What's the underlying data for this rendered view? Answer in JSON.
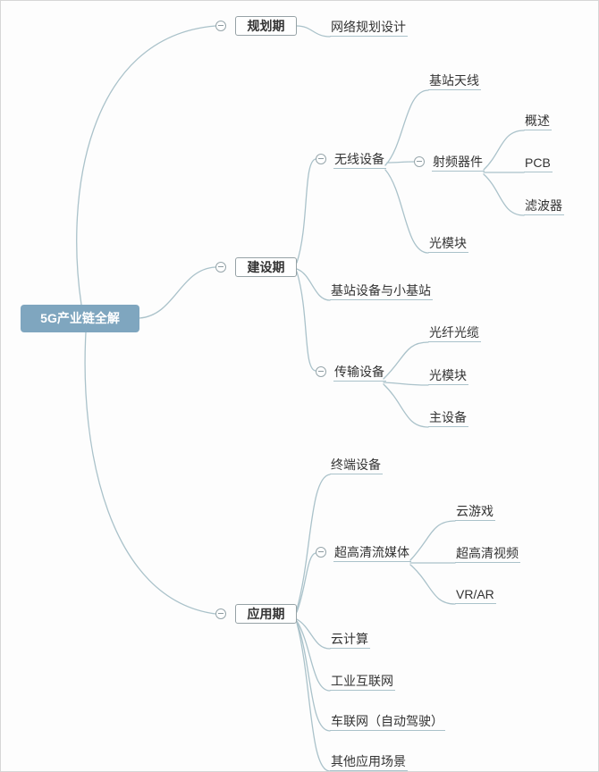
{
  "colors": {
    "root_fill": "#7fa6bf",
    "root_text": "#ffffff",
    "connector": "#aac2ca",
    "box_border": "#96a2a6",
    "text": "#333333"
  },
  "map": {
    "root": {
      "label": "5G产业链全解"
    },
    "branches": [
      {
        "label": "规划期",
        "children": [
          {
            "label": "网络规划设计"
          }
        ]
      },
      {
        "label": "建设期",
        "children": [
          {
            "label": "无线设备",
            "children": [
              {
                "label": "基站天线"
              },
              {
                "label": "射频器件",
                "children": [
                  {
                    "label": "概述"
                  },
                  {
                    "label": "PCB"
                  },
                  {
                    "label": "滤波器"
                  }
                ]
              },
              {
                "label": "光模块"
              }
            ]
          },
          {
            "label": "基站设备与小基站"
          },
          {
            "label": "传输设备",
            "children": [
              {
                "label": "光纤光缆"
              },
              {
                "label": "光模块"
              },
              {
                "label": "主设备"
              }
            ]
          }
        ]
      },
      {
        "label": "应用期",
        "children": [
          {
            "label": "终端设备"
          },
          {
            "label": "超高清流媒体",
            "children": [
              {
                "label": "云游戏"
              },
              {
                "label": "超高清视频"
              },
              {
                "label": "VR/AR"
              }
            ]
          },
          {
            "label": "云计算"
          },
          {
            "label": "工业互联网"
          },
          {
            "label": "车联网（自动驾驶）"
          },
          {
            "label": "其他应用场景"
          }
        ]
      }
    ]
  }
}
